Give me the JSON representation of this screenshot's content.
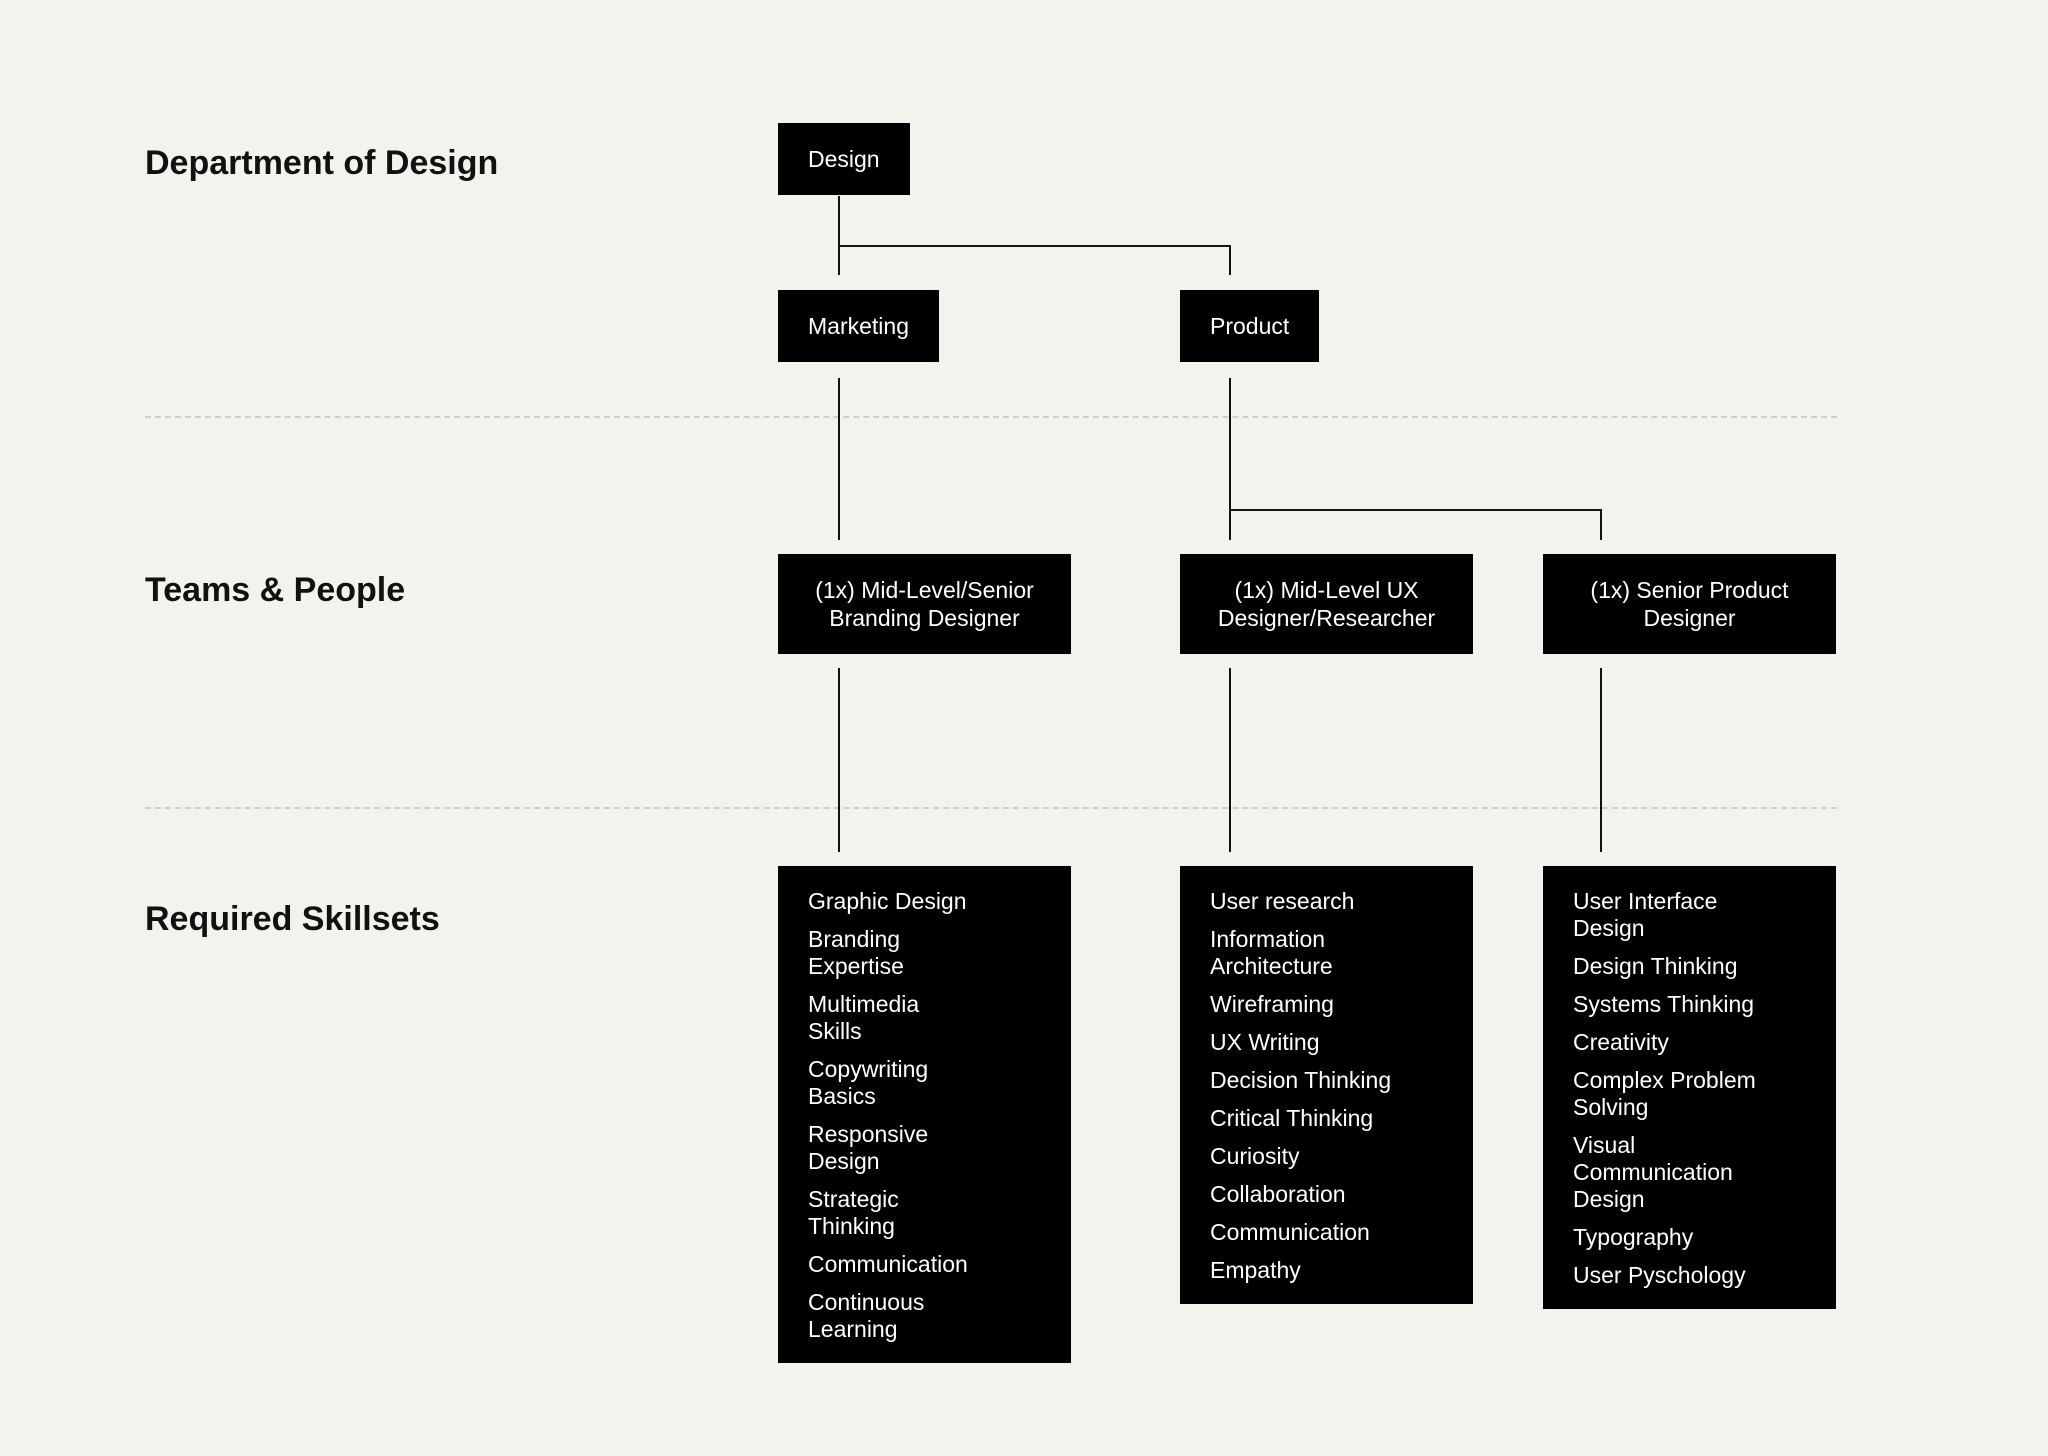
{
  "sections": {
    "department": "Department of Design",
    "teams": "Teams & People",
    "skillsets": "Required Skillsets"
  },
  "nodes": {
    "design": "Design",
    "marketing": "Marketing",
    "product": "Product"
  },
  "roles": {
    "branding": "(1x) Mid-Level/Senior Branding Designer",
    "ux": "(1x) Mid-Level UX Designer/Researcher",
    "senior_product": "(1x) Senior Product Designer"
  },
  "skills": {
    "branding": [
      "Graphic Design",
      "Branding Expertise",
      "Multimedia Skills",
      "Copywriting Basics",
      "Responsive Design",
      "Strategic Thinking",
      "Communication",
      "Continuous Learning"
    ],
    "ux": [
      "User research",
      "Information Architecture",
      "Wireframing",
      "UX Writing",
      "Decision Thinking",
      "Critical Thinking",
      "Curiosity",
      "Collaboration",
      "Communication",
      "Empathy"
    ],
    "senior_product": [
      "User Interface Design",
      "Design Thinking",
      "Systems Thinking",
      "Creativity",
      "Complex Problem Solving",
      "Visual Communication Design",
      "Typography",
      "User Pyschology"
    ]
  },
  "colors": {
    "background": "#f3f2ed",
    "node": "#000000",
    "node_text": "#ffffff",
    "line": "#111111",
    "divider": "#cfcfca"
  }
}
